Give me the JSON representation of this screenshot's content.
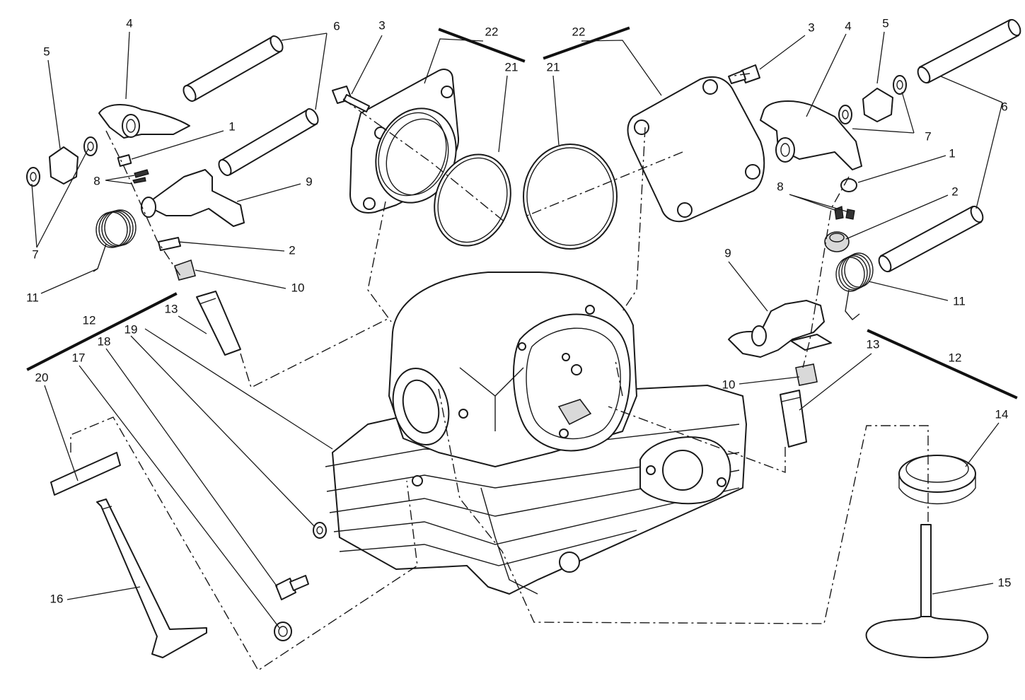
{
  "diagram": {
    "callouts": {
      "n1a": "1",
      "n1b": "1",
      "n2a": "2",
      "n2b": "2",
      "n3a": "3",
      "n3b": "3",
      "n4a": "4",
      "n4b": "4",
      "n5a": "5",
      "n5b": "5",
      "n6a": "6",
      "n6b": "6",
      "n7a": "7",
      "n7b": "7",
      "n8a": "8",
      "n8b": "8",
      "n9a": "9",
      "n9b": "9",
      "n10a": "10",
      "n10b": "10",
      "n11a": "11",
      "n11b": "11",
      "n12a": "12",
      "n12b": "12",
      "n13a": "13",
      "n13b": "13",
      "n14": "14",
      "n15": "15",
      "n16": "16",
      "n17": "17",
      "n18": "18",
      "n19": "19",
      "n20": "20",
      "n21a": "21",
      "n21b": "21",
      "n22a": "22",
      "n22b": "22"
    }
  }
}
